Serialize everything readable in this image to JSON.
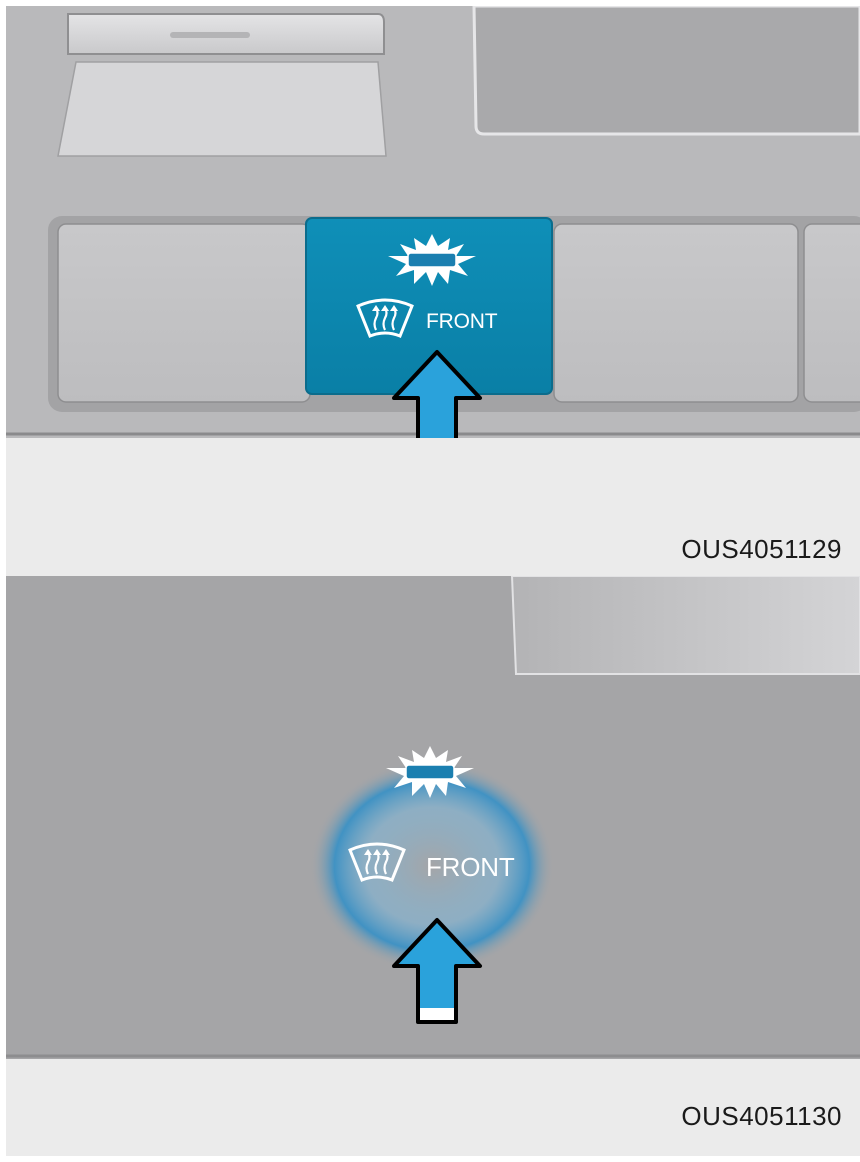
{
  "figures": [
    {
      "button_label": "FRONT",
      "icon": "front-defrost-icon",
      "indicator": "indicator-light-on",
      "arrow": "press-arrow-icon",
      "caption": "OUS4051129"
    },
    {
      "button_label": "FRONT",
      "icon": "front-defrost-icon",
      "indicator": "indicator-light-on",
      "arrow": "press-arrow-icon",
      "caption": "OUS4051130"
    }
  ],
  "colors": {
    "button_active": "#0a86ae",
    "arrow_fill": "#29a3dc",
    "glow": "#1e90cf",
    "panel_top": "#b9b9bb",
    "panel_bottom": "#a5a5a7"
  }
}
